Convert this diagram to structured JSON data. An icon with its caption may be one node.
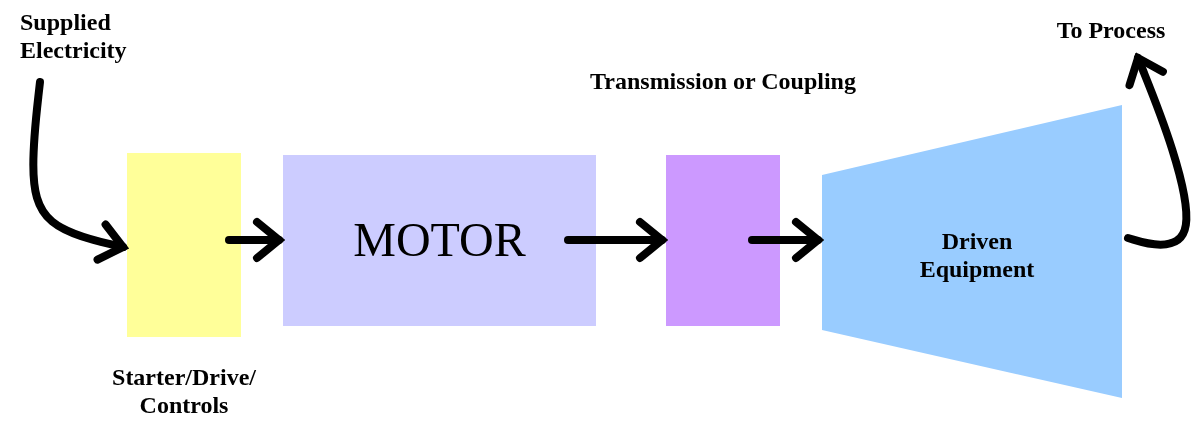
{
  "diagram": {
    "nodes": [
      {
        "text": [
          "Supplied Electricity"
        ]
      },
      {
        "text": [
          "Starter/Drive/ Controls"
        ]
      },
      {
        "text": [
          "MOTOR"
        ]
      },
      {
        "text": [
          "Transmission or Coupling"
        ]
      },
      {
        "text": [
          "Driven Equipment"
        ]
      },
      {
        "text": [
          "To Process"
        ]
      }
    ],
    "edges": [
      {
        "from": 0,
        "to": 1,
        "arrow": "to"
      },
      {
        "from": 1,
        "to": 2,
        "arrow": "to"
      },
      {
        "from": 2,
        "to": 3,
        "arrow": "to"
      },
      {
        "from": 3,
        "to": 4,
        "arrow": "to"
      },
      {
        "from": 4,
        "to": 5,
        "arrow": "to"
      }
    ]
  }
}
